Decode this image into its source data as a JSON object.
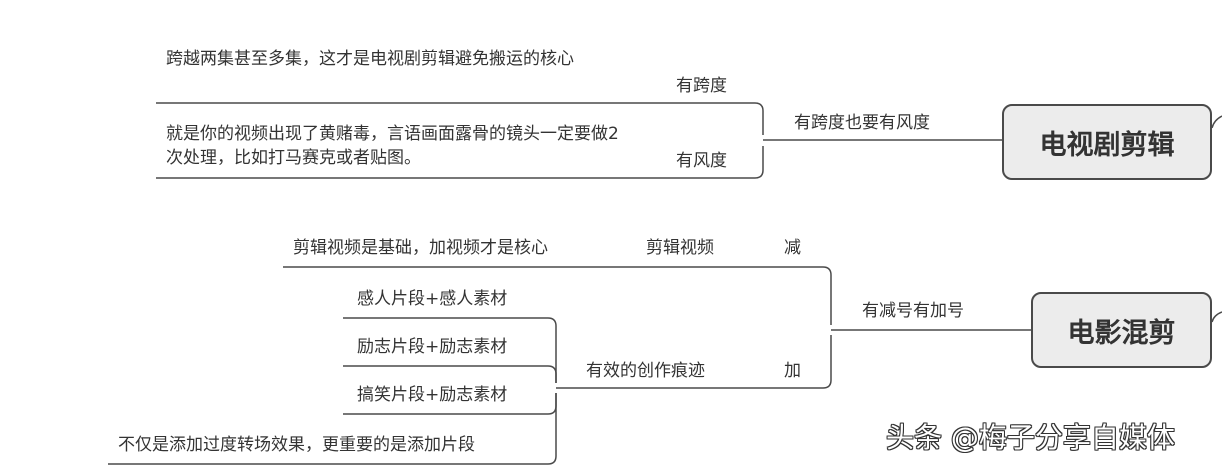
{
  "mindmap": {
    "tv": {
      "root": "电视剧剪辑",
      "branch": "有跨度也要有风度",
      "span": {
        "label": "有跨度",
        "note": "跨越两集甚至多集，这才是电视剧剪辑避免搬运的核心"
      },
      "grace": {
        "label": "有风度",
        "note": "就是你的视频出现了黄赌毒，言语画面露骨的镜头一定要做2次处理，比如打马赛克或者贴图。"
      }
    },
    "movie": {
      "root": "电影混剪",
      "branch": "有减号有加号",
      "minus": {
        "label": "减",
        "sub": "剪辑视频",
        "note": "剪辑视频是基础，加视频才是核心"
      },
      "plus": {
        "label": "加",
        "sub": "有效的创作痕迹",
        "items": [
          "感人片段+感人素材",
          "励志片段+励志素材",
          "搞笑片段+励志素材",
          "不仅是添加过度转场效果，更重要的是添加片段"
        ]
      }
    }
  },
  "watermark": "头条 @梅子分享自媒体",
  "colors": {
    "line": "#4a4a4a",
    "root_fill": "#ececec",
    "text": "#333333"
  }
}
